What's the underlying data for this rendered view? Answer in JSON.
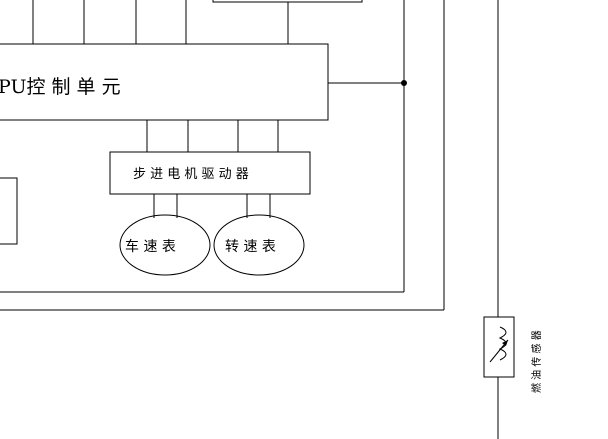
{
  "diagram": {
    "cpu_unit_label": "PU控 制 单 元",
    "stepper_driver_label": "步 进 电 机 驱 动 器",
    "speedometer_label": "车 速 表",
    "tachometer_label": "转 速 表",
    "sensor_label": "燃 油 传 感 器"
  }
}
